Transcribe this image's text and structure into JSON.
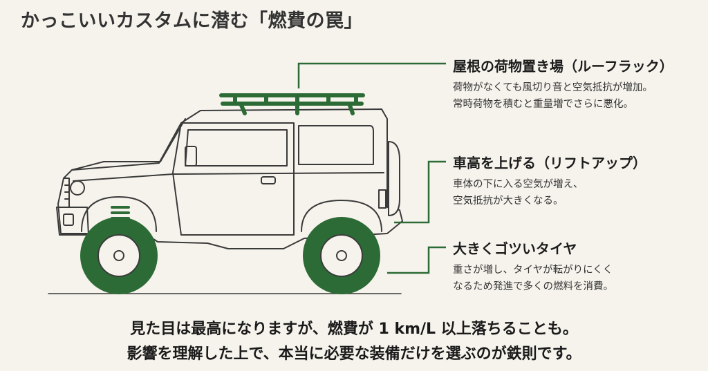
{
  "title": "かっこいいカスタムに潜む「燃費の罠」",
  "colors": {
    "accent": "#2c6b35",
    "line": "#3a3a3a",
    "background": "#f5f3ec"
  },
  "callouts": [
    {
      "heading": "屋根の荷物置き場（ルーフラック）",
      "lines": [
        "荷物がなくても風切り音と空気抵抗が増加。",
        "常時荷物を積むと重量増でさらに悪化。"
      ]
    },
    {
      "heading": "車高を上げる（リフトアップ）",
      "lines": [
        "車体の下に入る空気が増え、",
        "空気抵抗が大きくなる。"
      ]
    },
    {
      "heading": "大きくゴツいタイヤ",
      "lines": [
        "重さが増し、タイヤが転がりにくく",
        "なるため発進で多くの燃料を消費。"
      ]
    }
  ],
  "summary": [
    "見た目は最高になりますが、燃費が 1 km/L 以上落ちることも。",
    "影響を理解した上で、本当に必要な装備だけを選ぶのが鉄則です。"
  ]
}
